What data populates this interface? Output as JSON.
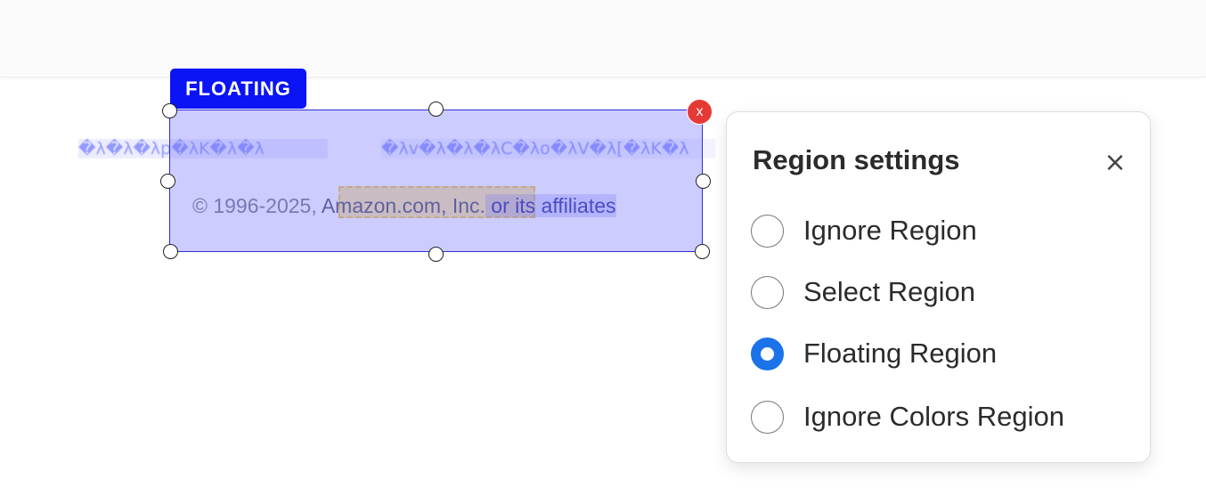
{
  "page": {
    "background_text_1": "�λ�λ�λp�λK�λ�λ",
    "background_text_2": "�λv�λ�λ�λC�λo�λV�λ[�λK�λ",
    "copyright_prefix": "© 1996-2025, ",
    "copyright_link": "Amazon.com, Inc.",
    "copyright_suffix": " or its affiliates"
  },
  "region": {
    "type_tag": "FLOATING",
    "delete_label": "x",
    "color": "#0a14f5"
  },
  "settings_panel": {
    "title": "Region settings",
    "close_icon": "×",
    "options": [
      {
        "label": "Ignore Region",
        "checked": false
      },
      {
        "label": "Select Region",
        "checked": false
      },
      {
        "label": "Floating Region",
        "checked": true
      },
      {
        "label": "Ignore Colors Region",
        "checked": false
      }
    ],
    "accent_color": "#1a73e8"
  }
}
